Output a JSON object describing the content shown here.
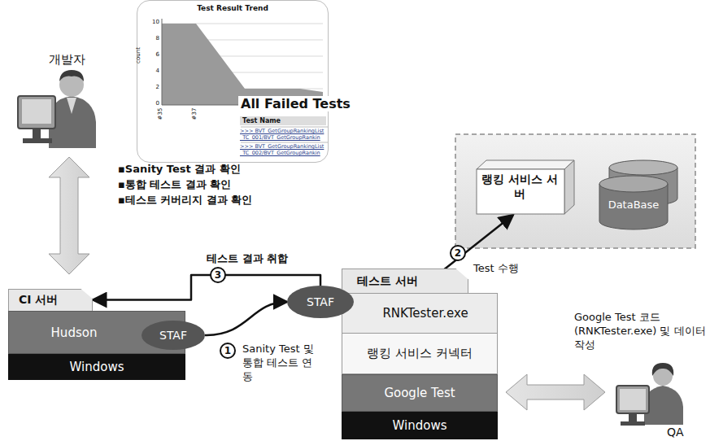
{
  "diagram": {
    "nodes": [
      {
        "text": [
          "Test Result Trend",
          "All Failed Tests"
        ]
      },
      {
        "text": [
          "랭킹 서비스 서버"
        ]
      },
      {
        "text": [
          "DataBase"
        ]
      },
      {
        "text": [
          "CI 서버"
        ]
      },
      {
        "text": [
          "Hudson"
        ],
        "in": 3
      },
      {
        "text": [
          "STAF"
        ],
        "in": 4
      },
      {
        "text": [
          "Windows"
        ],
        "in": 3
      },
      {
        "text": [
          "테스트 서버"
        ]
      },
      {
        "text": [
          "RNKTester.exe"
        ],
        "in": 7
      },
      {
        "text": [
          "STAF"
        ],
        "in": 8
      },
      {
        "text": [
          "랭킹 서비스 커넥터"
        ],
        "in": 7
      },
      {
        "text": [
          "Google Test"
        ],
        "in": 7
      },
      {
        "text": [
          "Windows"
        ],
        "in": 7
      }
    ],
    "edges": [
      {
        "from": 5,
        "to": 9,
        "arrow": "to",
        "label": "Sanity Test 및 통합 테스트 연동"
      },
      {
        "from": 8,
        "to": 1,
        "arrow": "to",
        "label": "Test 수행"
      },
      {
        "from": 9,
        "to": 3,
        "arrow": "to",
        "label": "테스트 결과 취합"
      }
    ],
    "labels": [
      "개발자",
      "▪Sanity Test 결과 확인",
      "▪통합 테스트 결과 확인",
      "▪테스트 커버리지 결과 확인",
      "Google Test 코드 (RNKTester.exe) 및 데이터 작성",
      "QA",
      "1",
      "2",
      "3",
      "count",
      "10",
      "8",
      "6",
      "4",
      "2",
      "0",
      "#35",
      "#37",
      "Test Name",
      ">>> BVT_GetGroupRankingList_TC_001/BVT_GetGroupRankin",
      ">>> BVT_GetGroupRankingList_TC_002/BVT_GetGroupRankin"
    ]
  }
}
